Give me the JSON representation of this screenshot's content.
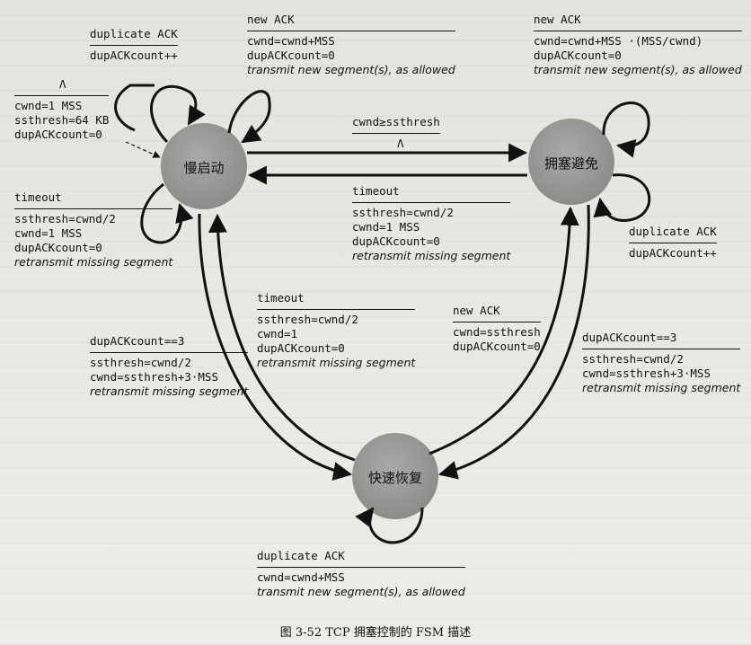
{
  "states": {
    "slow_start": "慢启动",
    "congestion_avoidance": "拥塞避免",
    "fast_recovery": "快速恢复"
  },
  "labels": {
    "ss_dup": {
      "trigger": "duplicate ACK",
      "actions": [
        "dupACKcount++"
      ]
    },
    "ss_new": {
      "trigger": "new ACK",
      "actions": [
        "cwnd=cwnd+MSS",
        "dupACKcount=0"
      ],
      "note": "transmit new segment(s), as allowed"
    },
    "ca_new": {
      "trigger": "new ACK",
      "actions": [
        "cwnd=cwnd+MSS ·(MSS/cwnd)",
        "dupACKcount=0"
      ],
      "note": "transmit new segment(s), as allowed"
    },
    "init": {
      "trigger": "Λ",
      "actions": [
        "cwnd=1 MSS",
        "ssthresh=64 KB",
        "dupACKcount=0"
      ]
    },
    "ss_to_ca": {
      "trigger": "cwnd≥ssthresh",
      "lambda": "Λ"
    },
    "ss_timeout": {
      "trigger": "timeout",
      "actions": [
        "ssthresh=cwnd/2",
        "cwnd=1 MSS",
        "dupACKcount=0"
      ],
      "note": "retransmit missing segment"
    },
    "ca_timeout": {
      "trigger": "timeout",
      "actions": [
        "ssthresh=cwnd/2",
        "cwnd=1 MSS",
        "dupACKcount=0"
      ],
      "note": "retransmit missing segment"
    },
    "ca_dup": {
      "trigger": "duplicate ACK",
      "actions": [
        "dupACKcount++"
      ]
    },
    "fr_timeout": {
      "trigger": "timeout",
      "actions": [
        "ssthresh=cwnd/2",
        "cwnd=1",
        "dupACKcount=0"
      ],
      "note": "retransmit missing segment"
    },
    "fr_new": {
      "trigger": "new ACK",
      "actions": [
        "cwnd=ssthresh",
        "dupACKcount=0"
      ]
    },
    "ss_to_fr": {
      "trigger": "dupACKcount==3",
      "actions": [
        "ssthresh=cwnd/2",
        "cwnd=ssthresh+3·MSS"
      ],
      "note": "retransmit missing segment"
    },
    "ca_to_fr": {
      "trigger": "dupACKcount==3",
      "actions": [
        "ssthresh=cwnd/2",
        "cwnd=ssthresh+3·MSS"
      ],
      "note": "retransmit missing segment"
    },
    "fr_dup": {
      "trigger": "duplicate ACK",
      "actions": [
        "cwnd=cwnd+MSS"
      ],
      "note": "transmit new segment(s), as allowed"
    }
  },
  "caption": "图 3-52   TCP 拥塞控制的 FSM 描述",
  "colors": {
    "state_fill": "#9a9a98",
    "line": "#111111"
  }
}
